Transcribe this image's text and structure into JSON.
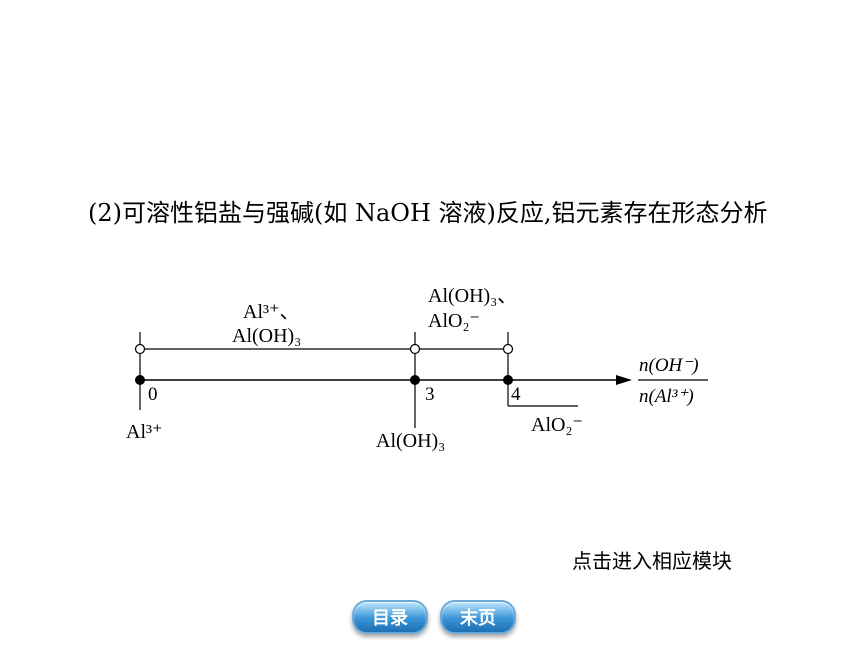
{
  "heading": {
    "text": "(2)可溶性铝盐与强碱(如 NaOH 溶液)反应,铝元素存在形态分析"
  },
  "diagram": {
    "species_top_1": [
      "Al³⁺、",
      "Al(OH)₃"
    ],
    "species_top_2": [
      "Al(OH)₃、",
      "AlO₂⁻"
    ],
    "ticks": [
      "0",
      "3",
      "4"
    ],
    "species_bottom_0": "Al³⁺",
    "species_bottom_3": "Al(OH)₃",
    "species_bottom_4": "AlO₂⁻",
    "axis_numerator": "n(OH⁻)",
    "axis_denominator": "n(Al³⁺)"
  },
  "footer": {
    "hint": "点击进入相应模块",
    "btn_toc": "目录",
    "btn_last": "末页"
  }
}
